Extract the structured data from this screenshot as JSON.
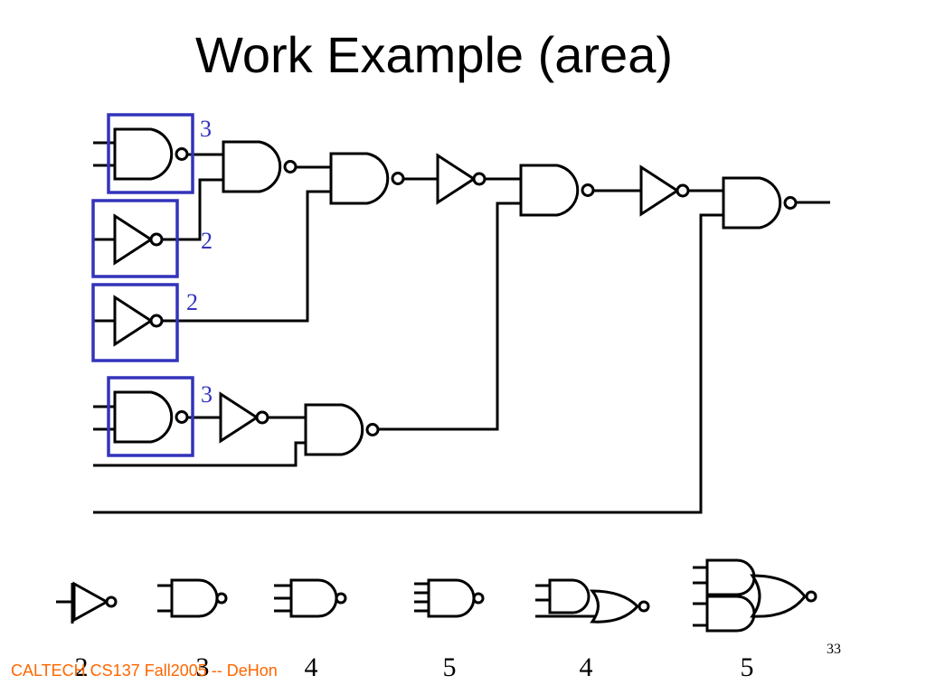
{
  "slide": {
    "title": "Work Example (area)",
    "footer": "CALTECH CS137 Fall2005 -- DeHon",
    "page_number": "33"
  },
  "annotations": [
    "3",
    "2",
    "2",
    "3"
  ],
  "gate_costs": [
    "2",
    "3",
    "4",
    "5",
    "4",
    "5"
  ],
  "colors": {
    "highlight_box": "#3333bb",
    "footer_text": "#ff6600",
    "wire": "#000000"
  }
}
